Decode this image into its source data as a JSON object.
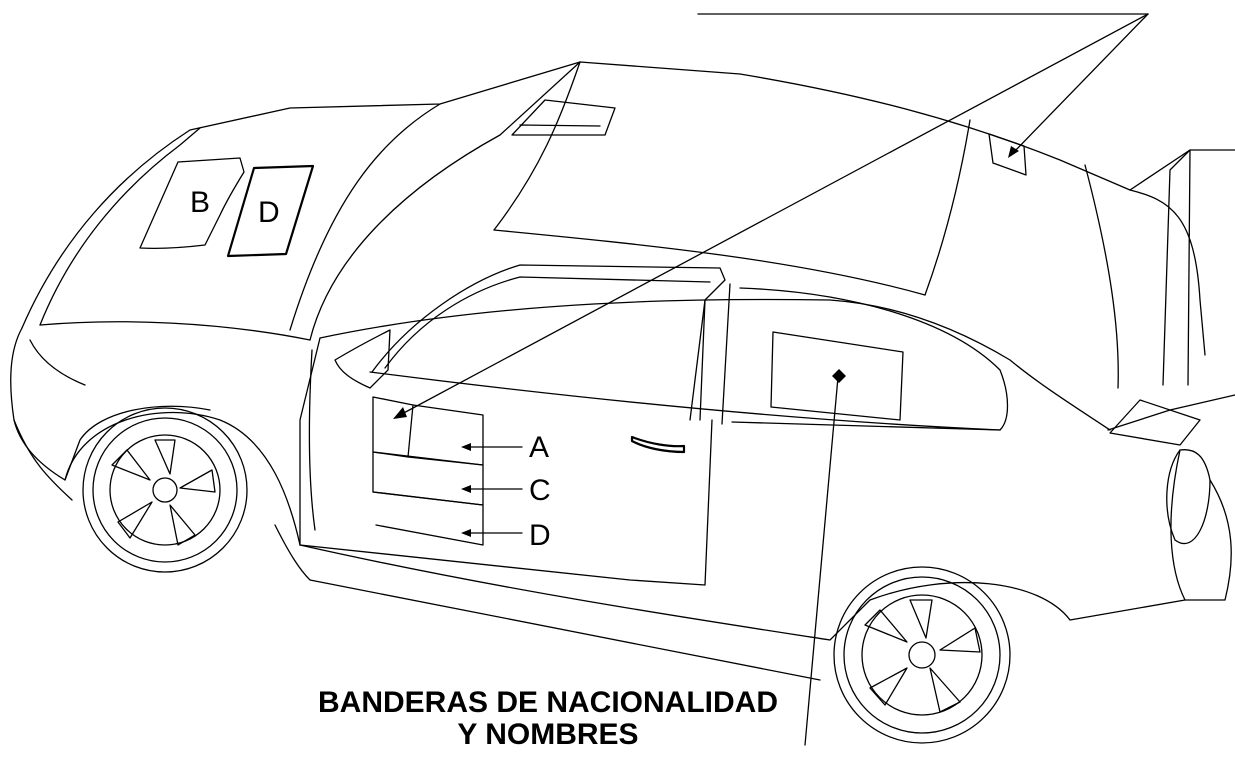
{
  "roof_labels": [
    "B",
    "D"
  ],
  "door_labels": [
    "A",
    "C",
    "D"
  ],
  "caption": {
    "line1": "BANDERAS DE NACIONALIDAD",
    "line2": "Y NOMBRES"
  }
}
